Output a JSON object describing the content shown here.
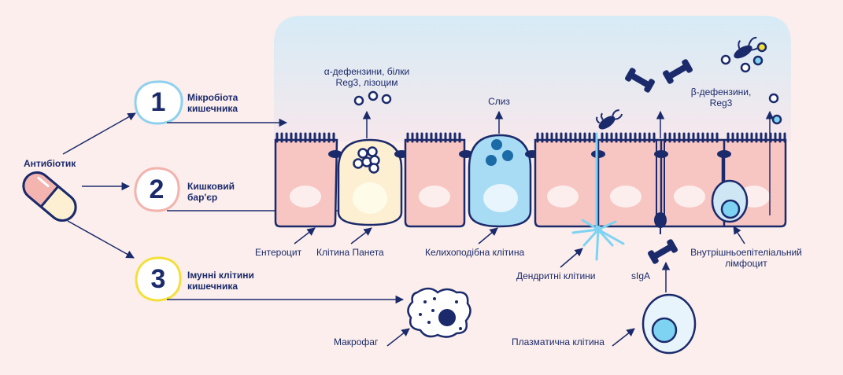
{
  "antibiotic": "Антибіотик",
  "factors": [
    {
      "number": "1",
      "label_line1": "Мікробіота",
      "label_line2": "кишечника",
      "color": "#8fd0ee"
    },
    {
      "number": "2",
      "label_line1": "Кишковий",
      "label_line2": "бар'єр",
      "color": "#f2b3ad"
    },
    {
      "number": "3",
      "label_line1": "Імунні клітини",
      "label_line2": "кишечника",
      "color": "#f4df3b"
    }
  ],
  "labels": {
    "alpha_defensins_line1": "α-дефензини, білки",
    "alpha_defensins_line2": "Reg3, лізоцим",
    "mucus": "Слиз",
    "beta_defensins_line1": "β-дефензини,",
    "beta_defensins_line2": "Reg3",
    "enterocyte": "Ентероцит",
    "paneth_cell": "Клітина Панета",
    "goblet_cell": "Келихоподібна клітина",
    "dendritic_cells": "Дендритні клітини",
    "siga": "sIgA",
    "iel_line1": "Внутрішньоепітеліальний",
    "iel_line2": "лімфоцит",
    "macrophage": "Макрофаг",
    "plasma_cell": "Плазматична клітина"
  },
  "colors": {
    "navy": "#1b2a6b",
    "cell_pink": "#f7c6c2",
    "paneth_cream": "#fdf0d2",
    "goblet_blue": "#a8dcf5",
    "lumen_top": "#d8ecf6",
    "background": "#fbeeec",
    "yellow": "#f4df3b"
  }
}
